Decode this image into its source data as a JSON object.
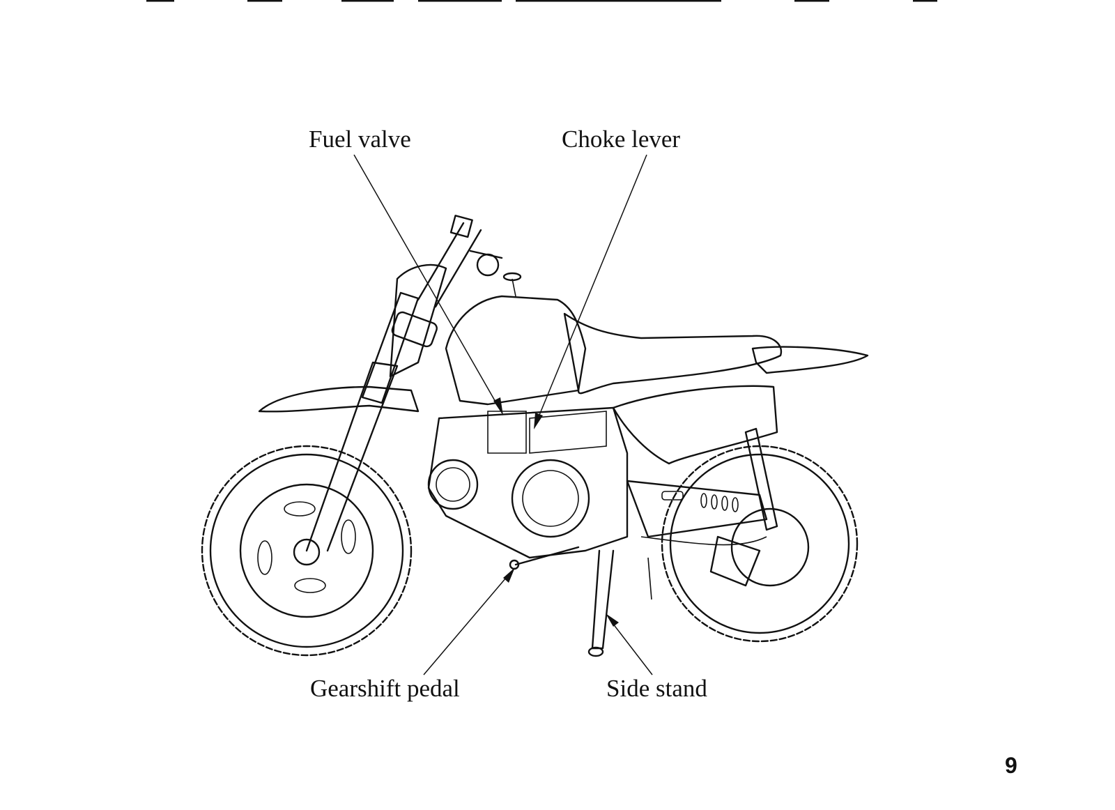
{
  "diagram": {
    "callouts": [
      {
        "id": "fuel-valve",
        "label": "Fuel valve"
      },
      {
        "id": "choke-lever",
        "label": "Choke lever"
      },
      {
        "id": "gearshift-pedal",
        "label": "Gearshift pedal"
      },
      {
        "id": "side-stand",
        "label": "Side stand"
      }
    ]
  },
  "page": {
    "number": "9"
  }
}
